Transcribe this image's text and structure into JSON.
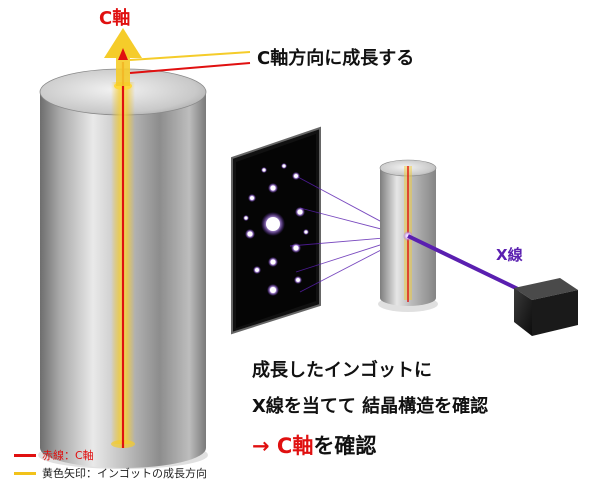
{
  "axis_label": "C軸",
  "growth_label": "C軸方向に成長する",
  "xray_label": "X線",
  "caption": {
    "line1": "成長したインゴットに",
    "line2": "X線を当てて 結晶構造を確認",
    "line3_arrow": "→",
    "line3_axis": "C軸",
    "line3_rest": "を確認"
  },
  "legend": [
    {
      "label": "赤線：C軸",
      "color": "#e01010"
    },
    {
      "label": "黄色矢印：インゴットの成長方向",
      "color": "#f2c21a"
    }
  ],
  "colors": {
    "red": "#e01010",
    "yellow": "#f2c21a",
    "xray": "#5a1fb0",
    "laue_spot": "#b06cff"
  }
}
